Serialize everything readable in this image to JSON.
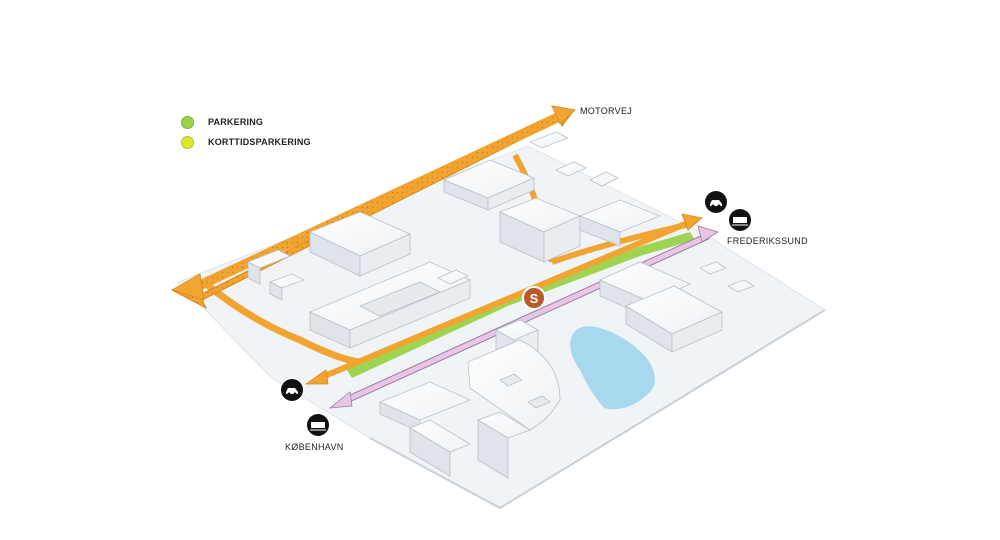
{
  "legend": {
    "items": [
      {
        "label": "PARKERING",
        "color": "#9ad24a"
      },
      {
        "label": "KORTTIDSPARKERING",
        "color": "#d8e82a"
      }
    ]
  },
  "labels": {
    "motorvej": "MOTORVEJ",
    "frederikssund": "FREDERIKSSUND",
    "kobenhavn": "KØBENHAVN",
    "station_badge": "S"
  },
  "colors": {
    "road": "#f2a431",
    "road_stroke": "#d9871a",
    "rail": "#e9c6e6",
    "parking": "#9ad24a",
    "water": "#a8d8ee",
    "station": "#b85a2a",
    "ground": "#f1f4f7"
  },
  "icons": [
    "car-icon",
    "train-icon"
  ]
}
